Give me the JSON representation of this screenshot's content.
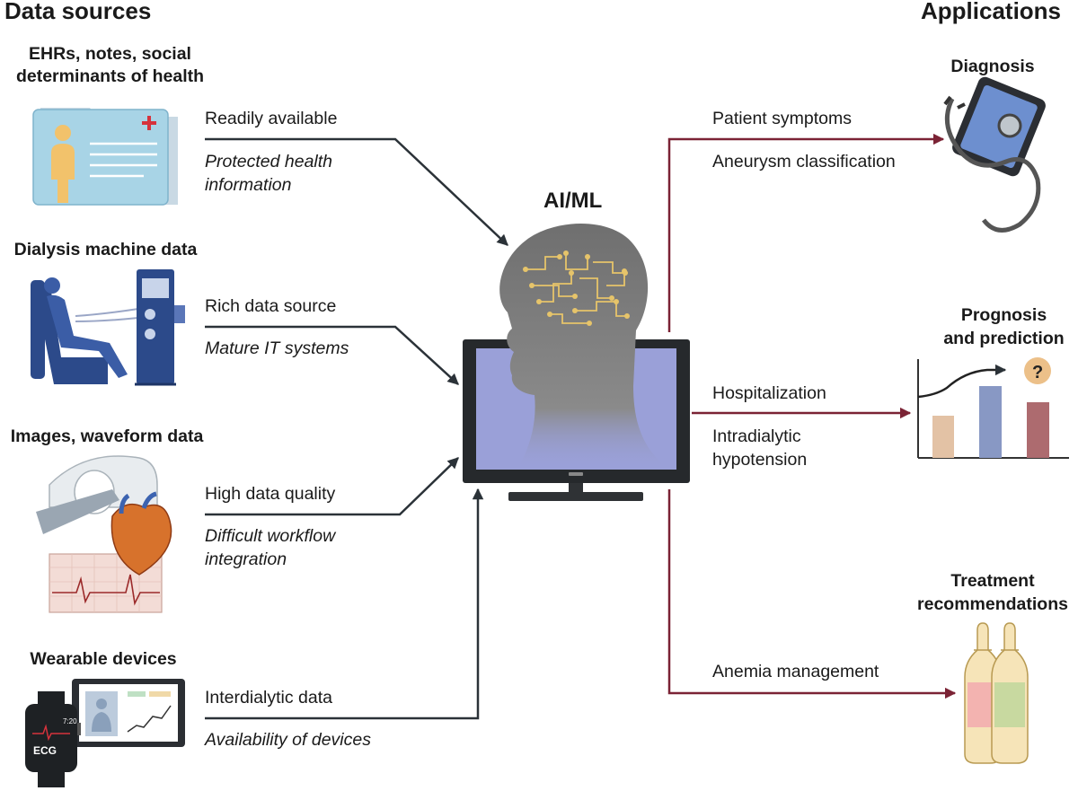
{
  "headers": {
    "data_sources": "Data sources",
    "applications": "Applications",
    "center": "AI/ML"
  },
  "sources": [
    {
      "title_lines": [
        "EHRs, notes, social",
        "determinants of health"
      ],
      "pro": "Readily available",
      "con_lines": [
        "Protected health",
        "information"
      ],
      "icon": "health-record-folder-icon"
    },
    {
      "title_lines": [
        "Dialysis machine data"
      ],
      "pro": "Rich data source",
      "con_lines": [
        "Mature IT systems"
      ],
      "icon": "dialysis-patient-machine-icon"
    },
    {
      "title_lines": [
        "Images, waveform data"
      ],
      "pro": "High data quality",
      "con_lines": [
        "Difficult workflow",
        "integration"
      ],
      "icon": "ct-scanner-heart-ecg-icon"
    },
    {
      "title_lines": [
        "Wearable devices"
      ],
      "pro": "Interdialytic data",
      "con_lines": [
        "Availability of devices"
      ],
      "icon": "smartwatch-tablet-icon",
      "watch_time": "7:20",
      "watch_label": "ECG"
    }
  ],
  "applications": [
    {
      "title_lines": [
        "Diagnosis"
      ],
      "examples": [
        "Patient symptoms",
        "Aneurysm classification"
      ],
      "icon": "phone-stethoscope-icon"
    },
    {
      "title_lines": [
        "Prognosis",
        "and prediction"
      ],
      "examples": [
        "Hospitalization",
        "Intradialytic",
        "hypotension"
      ],
      "icon": "bar-chart-question-icon",
      "question_mark": "?"
    },
    {
      "title_lines": [
        "Treatment",
        "recommendations"
      ],
      "examples": [
        "Anemia management"
      ],
      "icon": "ampoules-icon"
    }
  ],
  "colors": {
    "input_arrow": "#2b3238",
    "output_arrow": "#7b2335",
    "screen": "#9aa0d8",
    "circuit": "#e6c46a",
    "head": "#7a7a7a"
  }
}
